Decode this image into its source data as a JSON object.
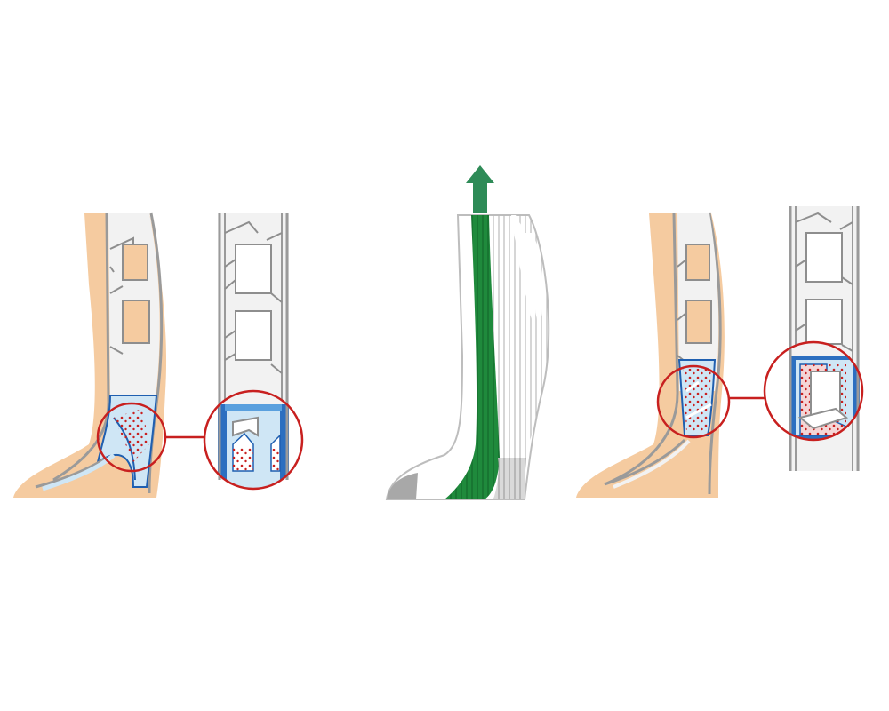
{
  "figure": {
    "panels": [
      {
        "id": "insufficient-valves-leg",
        "state": "reflux"
      },
      {
        "id": "compression-sock",
        "arrow": "up"
      },
      {
        "id": "restored-valves-leg",
        "state": "closed-valves"
      }
    ]
  },
  "colors": {
    "skin": "#f5cba0",
    "vein_wall": "#9a9a9a",
    "vein_fill": "#f2f2f2",
    "pooled_blood": "#cfe6f5",
    "pooled_blood_edge": "#1f5fb0",
    "blood_cells": "#c8201f",
    "magnifier": "#c8201f",
    "sock_white": "#ffffff",
    "sock_grey": "#a8a8a8",
    "sock_green": "#1f8a3c",
    "arrow": "#2e8b57"
  },
  "icons": {
    "arrow": "arrow-up-icon",
    "magnifier": "magnifier-circle-icon"
  }
}
